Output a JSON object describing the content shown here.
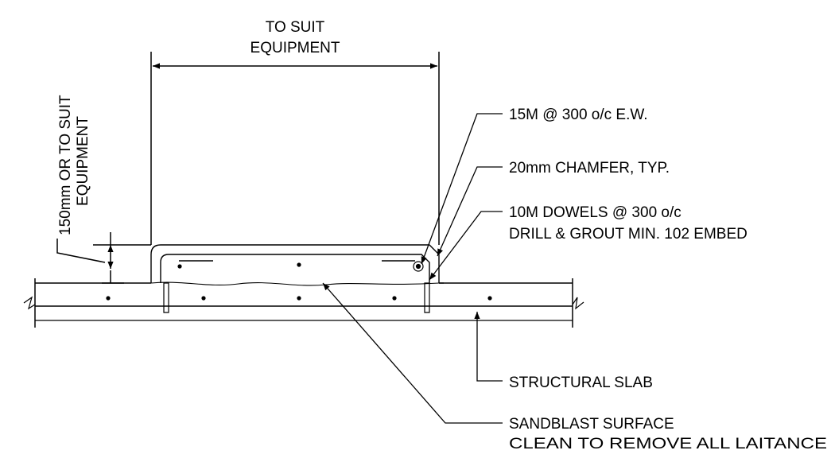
{
  "labels": {
    "width_dim": [
      "TO SUIT",
      "EQUIPMENT"
    ],
    "height_dim": [
      "150mm OR TO SUIT",
      "EQUIPMENT"
    ],
    "rebar": "15M @ 300 o/c E.W.",
    "chamfer": "20mm CHAMFER, TYP.",
    "dowels": [
      "10M DOWELS @ 300 o/c",
      "DRILL & GROUT MIN. 102 EMBED"
    ],
    "slab": "STRUCTURAL SLAB",
    "sandblast": [
      "SANDBLAST SURFACE",
      "CLEAN TO REMOVE ALL LAITANCE"
    ]
  },
  "colors": {
    "ink": "#000000",
    "background": "#ffffff"
  }
}
